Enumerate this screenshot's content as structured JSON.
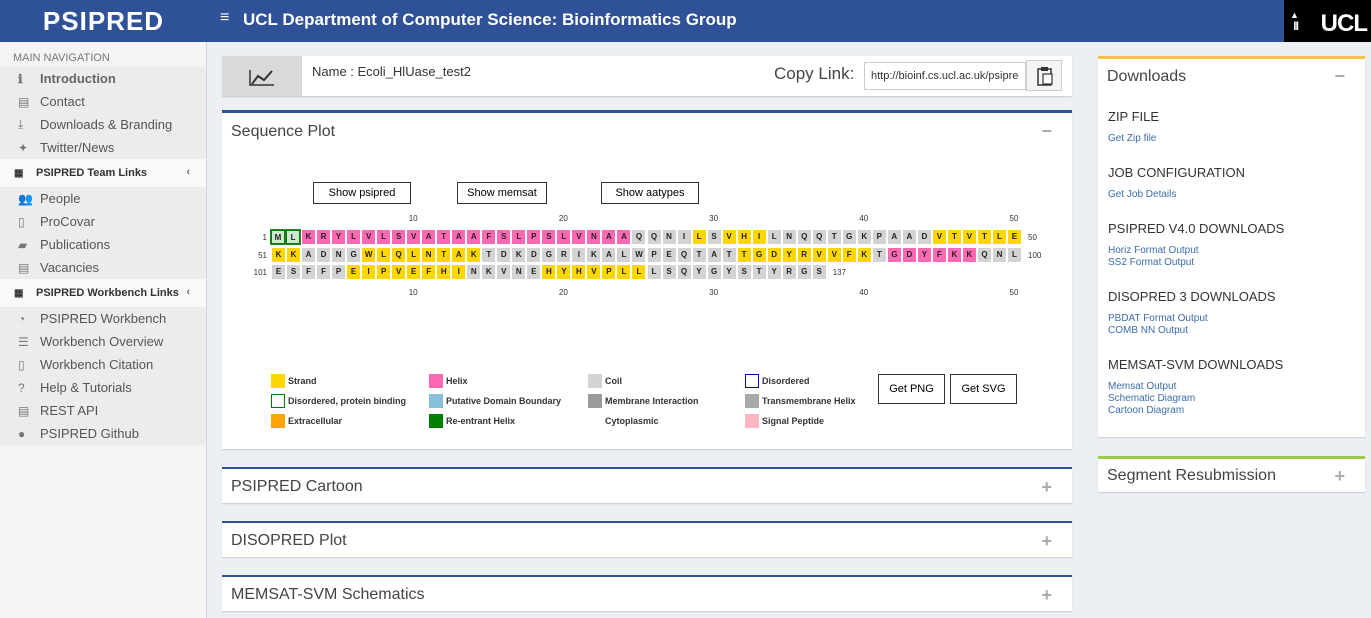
{
  "header": {
    "logo": "PSIPRED",
    "menu_icon": "≡",
    "site_title": "UCL Department of Computer Science: Bioinformatics Group",
    "ucl_logo": "UCL"
  },
  "sidebar": {
    "main_nav_label": "MAIN NAVIGATION",
    "main_items": [
      {
        "label": "Introduction",
        "icon": "info-icon",
        "glyph": "ℹ"
      },
      {
        "label": "Contact",
        "icon": "keyboard-icon",
        "glyph": "▤"
      },
      {
        "label": "Downloads & Branding",
        "icon": "download-icon",
        "glyph": "⤓"
      },
      {
        "label": "Twitter/News",
        "icon": "twitter-icon",
        "glyph": "✦"
      }
    ],
    "team_label": "PSIPRED Team Links",
    "team_items": [
      {
        "label": "People",
        "icon": "users-icon",
        "glyph": "👥"
      },
      {
        "label": "ProCovar",
        "icon": "file-icon",
        "glyph": "▯"
      },
      {
        "label": "Publications",
        "icon": "book-icon",
        "glyph": "▰"
      },
      {
        "label": "Vacancies",
        "icon": "list-icon",
        "glyph": "▤"
      }
    ],
    "workbench_label": "PSIPRED Workbench Links",
    "workbench_items": [
      {
        "label": "PSIPRED Workbench",
        "icon": "dashboard-icon",
        "glyph": "◔"
      },
      {
        "label": "Workbench Overview",
        "icon": "list-icon",
        "glyph": "☰"
      },
      {
        "label": "Workbench Citation",
        "icon": "document-icon",
        "glyph": "▯"
      },
      {
        "label": "Help & Tutorials",
        "icon": "question-icon",
        "glyph": "?"
      },
      {
        "label": "REST API",
        "icon": "terminal-icon",
        "glyph": "▤"
      },
      {
        "label": "PSIPRED Github",
        "icon": "github-icon",
        "glyph": "●"
      }
    ]
  },
  "job": {
    "name": "Name : Ecoli_HlUase_test2",
    "copy_label": "Copy Link:",
    "copy_url": "http://bioinf.cs.ucl.ac.uk/psipred/"
  },
  "sequence_plot": {
    "title": "Sequence Plot",
    "buttons": [
      "Show psipred",
      "Show memsat",
      "Show aatypes"
    ],
    "ticks": [
      "10",
      "20",
      "30",
      "40",
      "50"
    ],
    "rows": [
      {
        "start": "1",
        "end": "50",
        "residues": "MLKRYLVLSVATAAFSLPSLVNAAQQNILSVHILNQQTGKPAADVTVTLE",
        "states": "DDHHHHHHHHHHHHHHHHHHHHHHCCCCESEEECCCCCCCCCCCEEEEEE"
      },
      {
        "start": "51",
        "end": "100",
        "residues": "KKADNGWLQLNTAKTDKDGRIKALWPEQTATTGDYRVVFKTGDYFKKQNL",
        "states": "EECCCCEEEEEEEECCCCCCCCCCCCCCCCCEEEEEEEEECHHHHHHCCC"
      },
      {
        "start": "101",
        "end": "137",
        "residues": "ESFFPEIPVEFHINKVNEHYHVPLLLSQYGYSTYRGS",
        "states": "CCCCCEEEEEEEECCCCCEEEEEEECCCCCCCCCCCC"
      }
    ],
    "legend": [
      {
        "label": "Strand",
        "color": "#ffd700"
      },
      {
        "label": "Helix",
        "color": "#ff69b4"
      },
      {
        "label": "Coil",
        "color": "#d3d3d3"
      },
      {
        "label": "Disordered",
        "color": "#ffffff",
        "border": "#0000cc"
      },
      {
        "label": "Disordered, protein binding",
        "color": "#ffffff",
        "border": "#008000"
      },
      {
        "label": "Putative Domain Boundary",
        "color": "#87bfd9"
      },
      {
        "label": "Membrane Interaction",
        "color": "#9b9b9b"
      },
      {
        "label": "Transmembrane Helix",
        "color": "#a9a9a9"
      },
      {
        "label": "Extracellular",
        "color": "#ffa500"
      },
      {
        "label": "Re-entrant Helix",
        "color": "#008000"
      },
      {
        "label": "Cytoplasmic",
        "color": "#ffffff"
      },
      {
        "label": "Signal Peptide",
        "color": "#ffb6c1"
      }
    ],
    "get_png": "Get PNG",
    "get_svg": "Get SVG"
  },
  "panels": {
    "cartoon": "PSIPRED Cartoon",
    "disopred": "DISOPRED Plot",
    "memsat": "MEMSAT-SVM Schematics"
  },
  "downloads": {
    "title": "Downloads",
    "sections": [
      {
        "heading": "ZIP FILE",
        "links": [
          "Get Zip file"
        ]
      },
      {
        "heading": "JOB CONFIGURATION",
        "links": [
          "Get Job Details"
        ]
      },
      {
        "heading": "PSIPRED V4.0 DOWNLOADS",
        "links": [
          "Horiz Format Output",
          "SS2 Format Output"
        ]
      },
      {
        "heading": "DISOPRED 3 DOWNLOADS",
        "links": [
          "PBDAT Format Output",
          "COMB NN Output"
        ]
      },
      {
        "heading": "MEMSAT-SVM DOWNLOADS",
        "links": [
          "Memsat Output",
          "Schematic Diagram",
          "Cartoon Diagram"
        ]
      }
    ]
  },
  "segment": {
    "title": "Segment Resubmission"
  },
  "symbols": {
    "minus": "−",
    "plus": "+"
  }
}
